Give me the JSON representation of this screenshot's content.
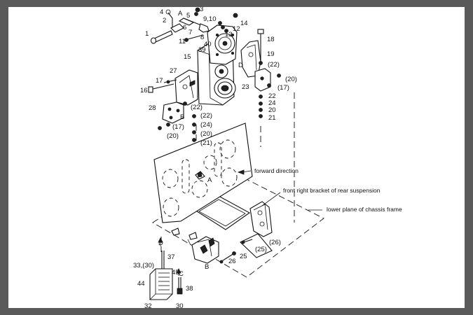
{
  "annotations": {
    "forward_direction": "forward direction",
    "front_right_bracket": "front right bracket of rear suspension",
    "lower_plane": "lower plane of chassis frame"
  },
  "part_labels": [
    "1",
    "2",
    "3",
    "4",
    "5",
    "6",
    "7",
    "8",
    "9,10",
    "11",
    "12",
    "13",
    "14",
    "15",
    "16",
    "17",
    "18",
    "19",
    "20",
    "21",
    "22",
    "23",
    "24",
    "25",
    "26",
    "27",
    "28",
    "30",
    "32",
    "33,(30)",
    "37",
    "38",
    "39",
    "40",
    "44",
    "45",
    "(17)",
    "(20)",
    "(21)",
    "(22)",
    "(24)",
    "(25)",
    "(26)",
    "A",
    "B",
    "C",
    "D"
  ],
  "labels": {
    "l1": "1",
    "l2": "2",
    "l3": "3",
    "l4": "4",
    "l5": "5",
    "l6": "6",
    "l7": "7",
    "l8": "8",
    "l910": "9,10",
    "l11": "11",
    "l12": "12",
    "l13": "13",
    "l14": "14",
    "l15": "15",
    "l16": "16",
    "l17a": "17",
    "l17b": "(17)",
    "l17c": "(17)",
    "l18": "18",
    "l19": "19",
    "l20a": "(20)",
    "l20b": "20",
    "l20c": "(20)",
    "l20d": "(20)",
    "l21a": "21",
    "l21b": "(21)",
    "l22a": "22",
    "l22b": "(22)",
    "l22c": "(22)",
    "l22d": "(22)",
    "l23": "23",
    "l24a": "24",
    "l24b": "(24)",
    "l25a": "25",
    "l25b": "(25)",
    "l26a": "26",
    "l26b": "(26)",
    "l27": "27",
    "l28": "28",
    "l30": "30",
    "l32": "32",
    "l3330": "33,(30)",
    "l37": "37",
    "l38": "38",
    "l39": "39",
    "l40": "40",
    "l44": "44",
    "l45": "45",
    "lA1": "A",
    "lA2": "A",
    "lB1": "B",
    "lB2": "B",
    "lC": "C",
    "lD1": "D",
    "lD2": "D"
  }
}
